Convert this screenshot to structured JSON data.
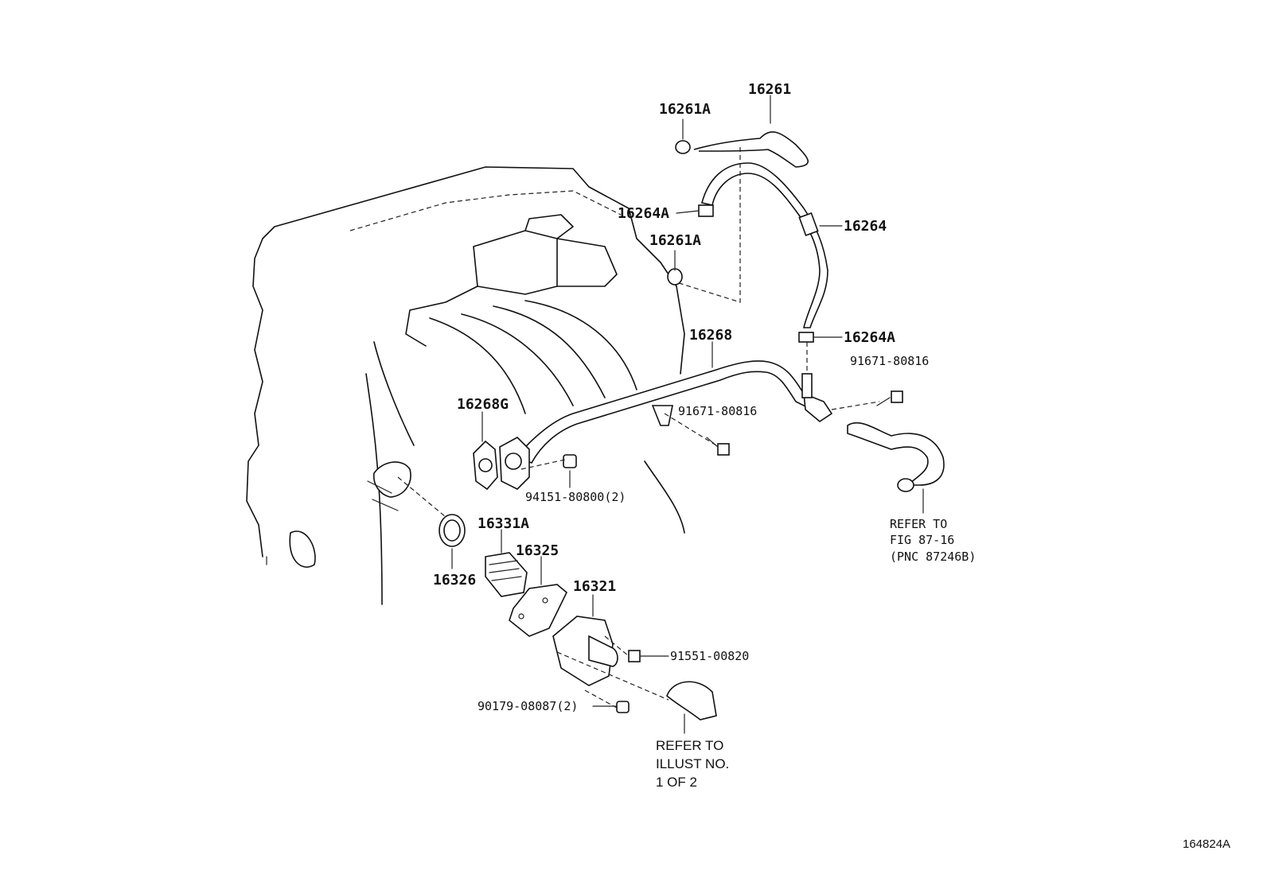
{
  "parts": {
    "p16261": "16261",
    "p16261A_top": "16261A",
    "p16261A_mid": "16261A",
    "p16264": "16264",
    "p16264A_top": "16264A",
    "p16264A_low": "16264A",
    "p16268": "16268",
    "p16268G": "16268G",
    "p91671_right": "91671-80816",
    "p91671_mid": "91671-80816",
    "p94151": "94151-80800(2)",
    "p16331A": "16331A",
    "p16325": "16325",
    "p16326": "16326",
    "p16321": "16321",
    "p91551": "91551-00820",
    "p90179": "90179-08087(2)"
  },
  "notes": {
    "refer_right": [
      "REFER TO",
      "FIG 87-16",
      "(PNC 87246B)"
    ],
    "refer_bottom": [
      "REFER TO",
      "ILLUST NO.",
      "1 OF 2"
    ]
  },
  "figure_id": "164824A"
}
